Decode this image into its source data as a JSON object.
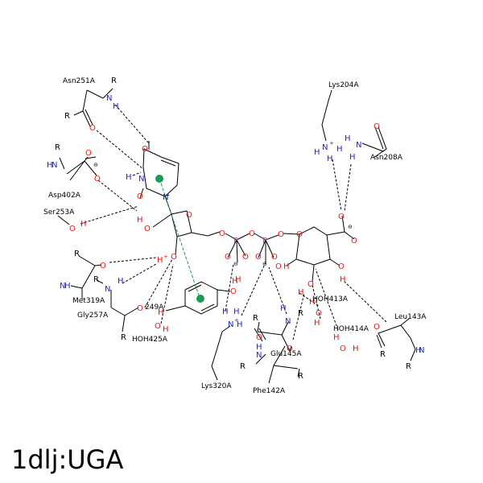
{
  "title": "1dlj:UGA",
  "colors": {
    "oxygen": "#ff0d0d",
    "nitrogen": "#1e1ef0",
    "phosphorus": "#cc33cc",
    "carbon": "#000000",
    "pi_stack": "#1a9a55"
  },
  "residues": {
    "asn251": "Asn251A",
    "asp402": "Asp402A",
    "ser253": "Ser253A",
    "met319": "Met319A",
    "gly257": "Gly257A",
    "tyr249": "249A",
    "hoh425": "HOH425A",
    "lys320": "Lys320A",
    "glu145": "Glu145A",
    "phe142": "Phe142A",
    "hoh413": "HOH413A",
    "hoh414": "HOH414A",
    "leu143": "Leu143A",
    "lys204": "Lys204A",
    "asn208": "Asn208A"
  },
  "atoms": {
    "O": "O",
    "N": "N",
    "H": "H",
    "P": "P",
    "R": "R",
    "Nplus": "N",
    "plus": "+",
    "minus": "⊖"
  }
}
